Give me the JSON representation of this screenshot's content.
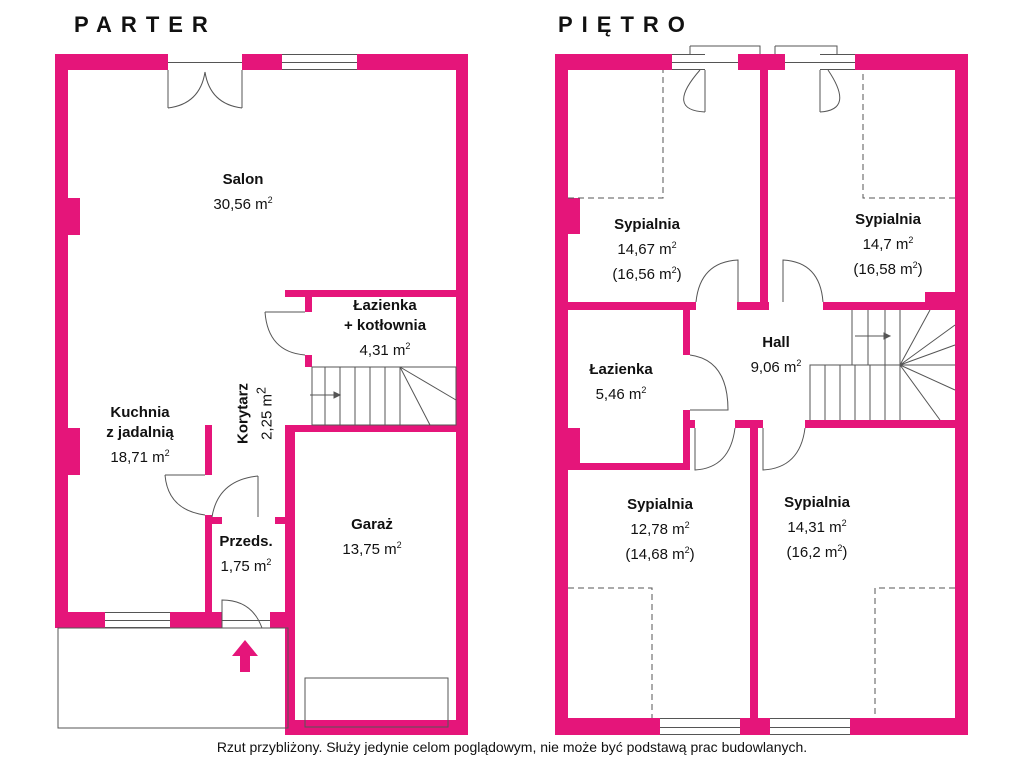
{
  "floors": [
    {
      "title": "PARTER",
      "rooms": [
        {
          "name": "Salon",
          "area": "30,56 m"
        },
        {
          "name": "Łazienka",
          "name2": "+ kotłownia",
          "area": "4,31 m"
        },
        {
          "name": "Kuchnia",
          "name2": "z jadalnią",
          "area": "18,71 m"
        },
        {
          "name": "Korytarz",
          "area": "2,25 m"
        },
        {
          "name": "Przeds.",
          "area": "1,75 m"
        },
        {
          "name": "Garaż",
          "area": "13,75 m"
        }
      ]
    },
    {
      "title": "PIĘTRO",
      "rooms": [
        {
          "name": "Sypialnia",
          "area": "14,67 m",
          "area2": "(16,56 m",
          "close": ")"
        },
        {
          "name": "Sypialnia",
          "area": "14,7 m",
          "area2": "(16,58 m",
          "close": ")"
        },
        {
          "name": "Hall",
          "area": "9,06 m"
        },
        {
          "name": "Łazienka",
          "area": "5,46 m"
        },
        {
          "name": "Sypialnia",
          "area": "12,78 m",
          "area2": "(14,68 m",
          "close": ")"
        },
        {
          "name": "Sypialnia",
          "area": "14,31 m",
          "area2": "(16,2 m",
          "close": ")"
        }
      ]
    }
  ],
  "sq": "2",
  "note": "Rzut przybliżony. Służy jedynie celom poglądowym, nie może być podstawą prac budowlanych.",
  "colors": {
    "wall": "#e5157a"
  }
}
